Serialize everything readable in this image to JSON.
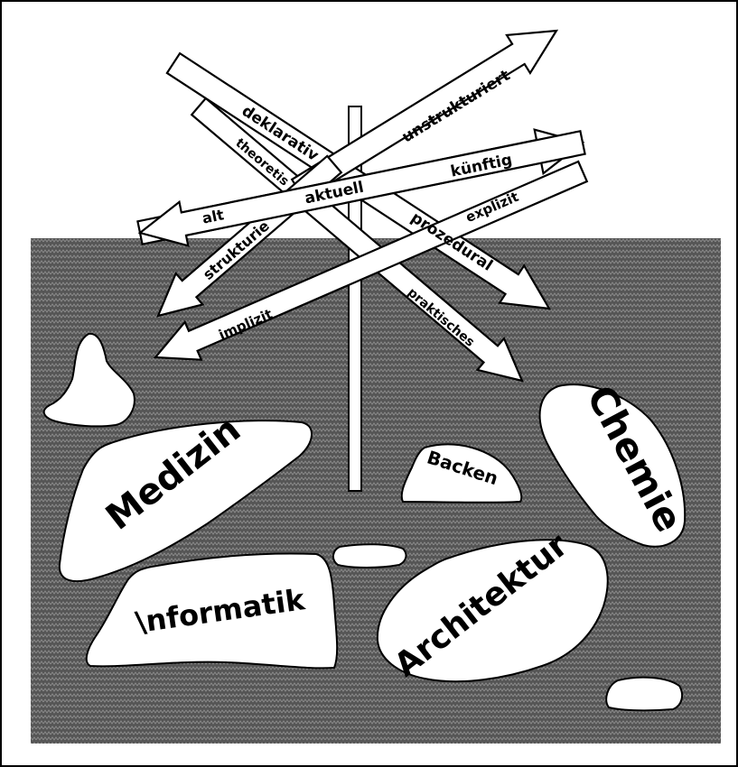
{
  "figure": {
    "signpost_labels": {
      "deklarativ": "deklarativ",
      "unstrukturiert": "unstrukturiert",
      "theoretis": "theoretis",
      "kuenftig": "künftig",
      "aktuell": "aktuell",
      "alt": "alt",
      "prozedural": "prozedural",
      "explizit": "explizit",
      "strukturie": "strukturie",
      "praktisches": "praktisches",
      "implizit": "implizit"
    },
    "islands": {
      "medizin": "Medizin",
      "backen": "Backen",
      "chemie": "Chemie",
      "informatik": "\\nformatik",
      "architektur": "Architektur"
    }
  },
  "colors": {
    "background": "#ffffff",
    "ground": "#555555",
    "ground_hatch": "#8a8a8a",
    "outline": "#000000"
  }
}
